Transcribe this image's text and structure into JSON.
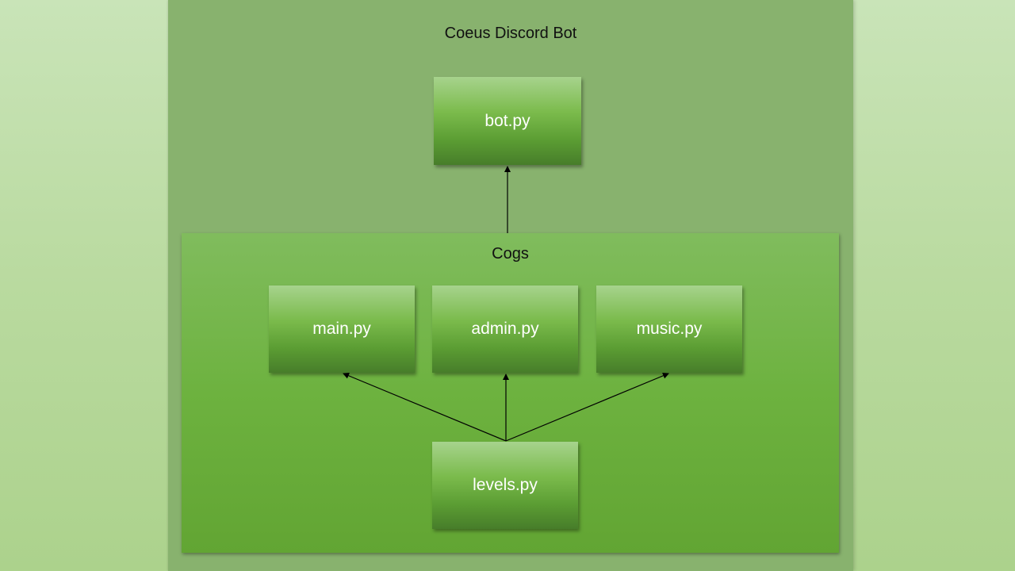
{
  "diagram": {
    "title": "Coeus Discord Bot",
    "group_title": "Cogs",
    "nodes": {
      "bot": "bot.py",
      "main": "main.py",
      "admin": "admin.py",
      "music": "music.py",
      "levels": "levels.py"
    },
    "edges": [
      {
        "from": "cogs",
        "to": "bot"
      },
      {
        "from": "levels",
        "to": "main"
      },
      {
        "from": "levels",
        "to": "admin"
      },
      {
        "from": "levels",
        "to": "music"
      }
    ]
  }
}
